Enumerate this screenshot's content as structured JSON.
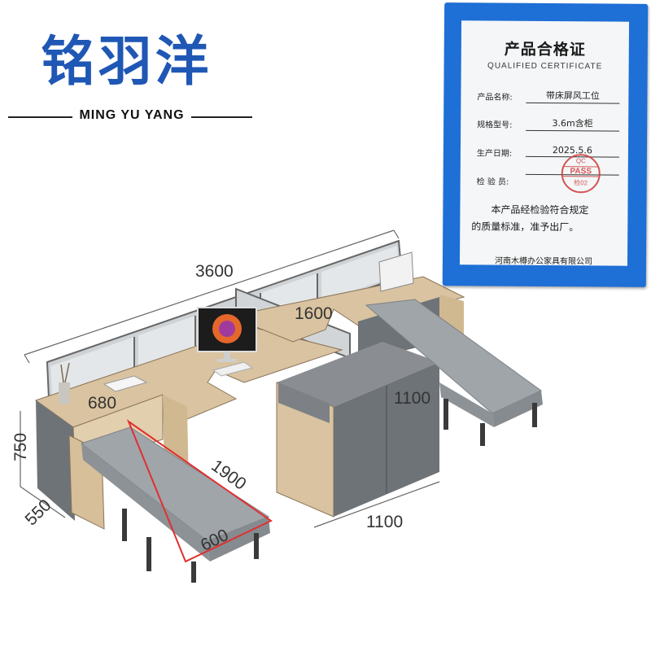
{
  "brand": {
    "name_cn": "铭羽洋",
    "name_en": "MING YU YANG"
  },
  "certificate": {
    "title": "产品合格证",
    "subtitle": "QUALIFIED CERTIFICATE",
    "fields": [
      {
        "label": "产品名称:",
        "value": "带床屏风工位"
      },
      {
        "label": "规格型号:",
        "value": "3.6m含柜"
      },
      {
        "label": "生产日期:",
        "value": "2025.5.6"
      },
      {
        "label": "检 验 员:",
        "value": ""
      }
    ],
    "stamp": {
      "line1": "QC",
      "line2": "PASS",
      "line3": "检02"
    },
    "statement_line1": "本产品经检验符合规定",
    "statement_line2": "的质量标准，准予出厂。",
    "company": "河南木樽办公家具有限公司",
    "colors": {
      "frame": "#1e6fd6",
      "card": "#f4f6f7",
      "stamp": "#d03a3a"
    }
  },
  "dimensions": {
    "overall_length": "3600",
    "desk_depth": "1600",
    "cabinet_height": "1100",
    "cabinet_width": "1100",
    "side_depth": "680",
    "desk_height": "750",
    "base_depth": "550",
    "bed_length": "1900",
    "bed_width": "600"
  },
  "colors": {
    "brand_blue": "#1f57b5",
    "wood": "#d9c3a0",
    "grey_panel": "#6e7378",
    "mattress": "#9ea3a8"
  }
}
